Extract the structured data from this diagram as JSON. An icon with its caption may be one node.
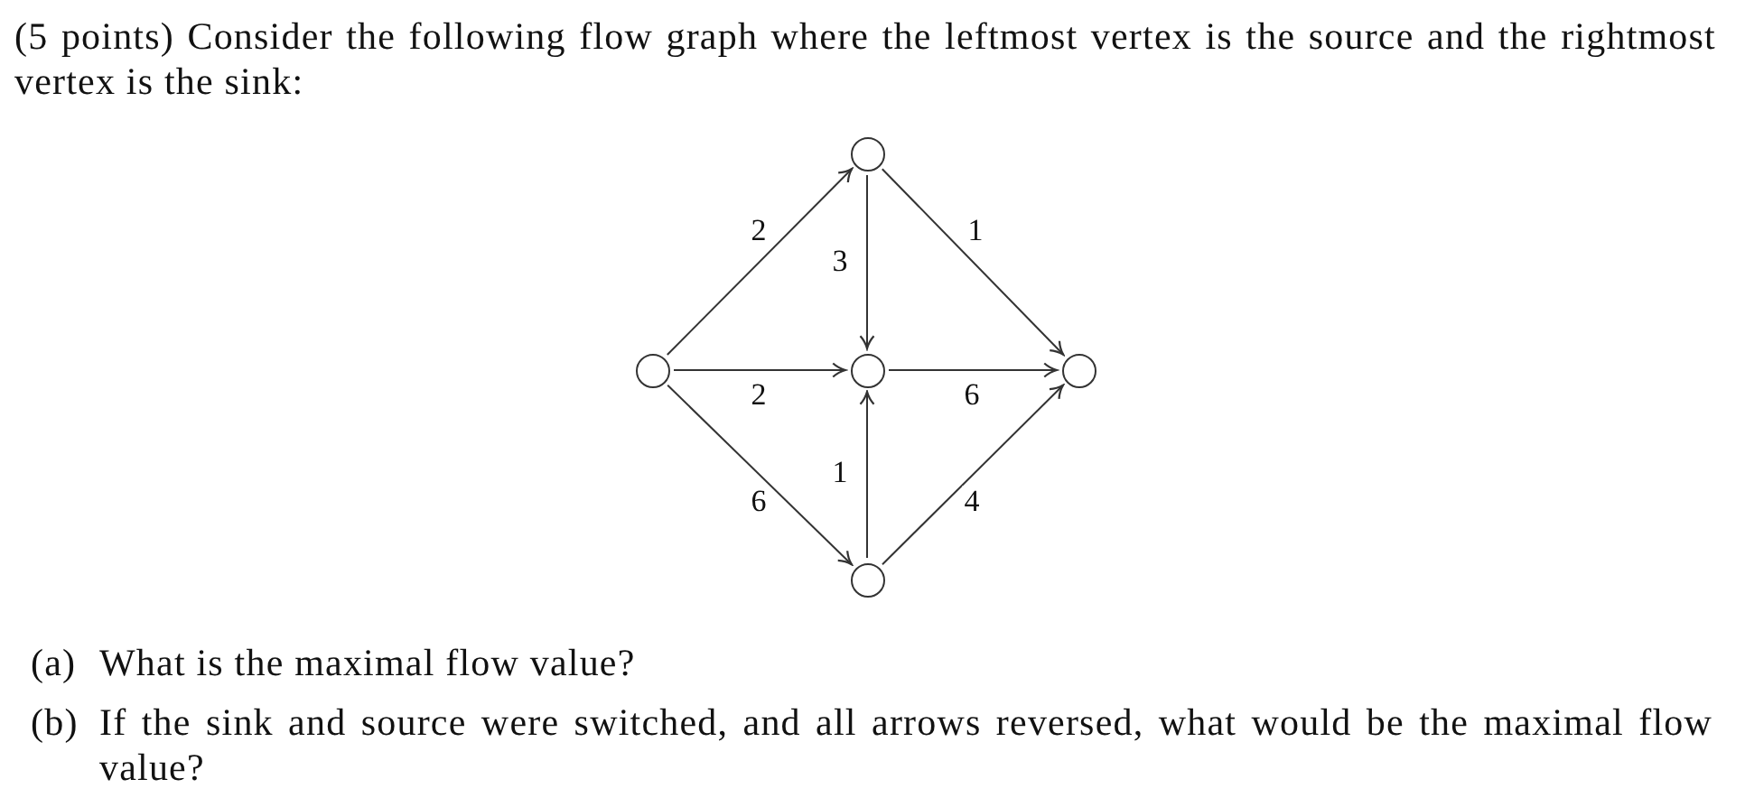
{
  "diagram": {
    "nodes": [
      {
        "text": [],
        "shape": "circle"
      },
      {
        "text": [],
        "shape": "circle"
      },
      {
        "text": [],
        "shape": "circle"
      },
      {
        "text": [],
        "shape": "circle"
      },
      {
        "text": [],
        "shape": "circle"
      }
    ],
    "edges": [
      {
        "from": 0,
        "to": 1,
        "arrow": "to",
        "label": "2"
      },
      {
        "from": 1,
        "to": 2,
        "arrow": "to",
        "label": "3"
      },
      {
        "from": 1,
        "to": 4,
        "arrow": "to",
        "label": "1"
      },
      {
        "from": 0,
        "to": 2,
        "arrow": "to",
        "label": "2"
      },
      {
        "from": 2,
        "to": 4,
        "arrow": "to",
        "label": "6"
      },
      {
        "from": 0,
        "to": 3,
        "arrow": "to",
        "label": "6"
      },
      {
        "from": 3,
        "to": 2,
        "arrow": "to",
        "label": "1"
      },
      {
        "from": 3,
        "to": 4,
        "arrow": "to",
        "label": "4"
      }
    ],
    "labels": [
      "(5 points) Consider the following flow graph where the leftmost vertex is the source and the rightmost vertex is the sink:",
      "(a)",
      "What is the maximal flow value?",
      "(b)",
      "If the sink and source were switched, and all arrows reversed, what would be the maximal flow value?"
    ]
  }
}
